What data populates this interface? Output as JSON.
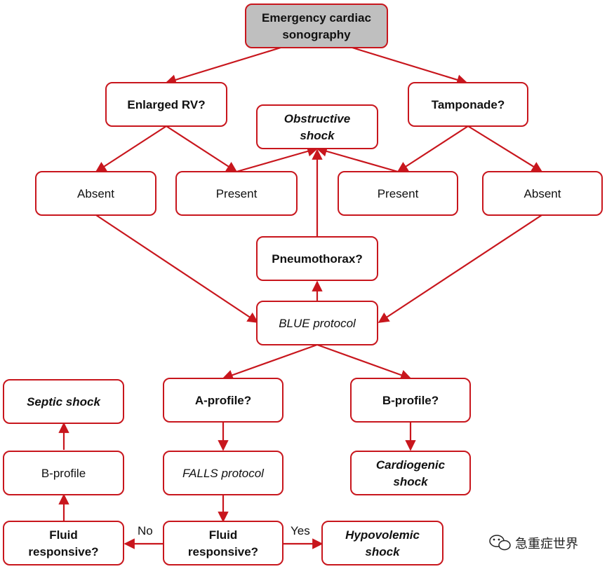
{
  "nodes": {
    "root": {
      "lines": [
        "Emergency cardiac",
        "sonography"
      ]
    },
    "enlarged_rv": {
      "lines": [
        "Enlarged RV?"
      ]
    },
    "tamponade": {
      "lines": [
        "Tamponade?"
      ]
    },
    "obstructive_shock": {
      "lines": [
        "Obstructive",
        "shock"
      ]
    },
    "rv_absent": {
      "lines": [
        "Absent"
      ]
    },
    "rv_present": {
      "lines": [
        "Present"
      ]
    },
    "tamp_present": {
      "lines": [
        "Present"
      ]
    },
    "tamp_absent": {
      "lines": [
        "Absent"
      ]
    },
    "pneumothorax": {
      "lines": [
        "Pneumothorax?"
      ]
    },
    "blue_protocol": {
      "lines": [
        "BLUE protocol"
      ]
    },
    "septic_shock": {
      "lines": [
        "Septic shock"
      ]
    },
    "a_profile": {
      "lines": [
        "A-profile?"
      ]
    },
    "b_profile_q": {
      "lines": [
        "B-profile?"
      ]
    },
    "b_profile": {
      "lines": [
        "B-profile"
      ]
    },
    "falls_protocol": {
      "lines": [
        "FALLS protocol"
      ]
    },
    "cardiogenic_shock": {
      "lines": [
        "Cardiogenic",
        "shock"
      ]
    },
    "fluid_left": {
      "lines": [
        "Fluid",
        "responsive?"
      ]
    },
    "fluid_center": {
      "lines": [
        "Fluid",
        "responsive?"
      ]
    },
    "hypovolemic_shock": {
      "lines": [
        "Hypovolemic",
        "shock"
      ]
    }
  },
  "edge_labels": {
    "no": "No",
    "yes": "Yes"
  },
  "watermark": {
    "text": "急重症世界",
    "icon": "wechat-icon"
  },
  "colors": {
    "stroke": "#c8161d",
    "root_fill": "#bfbfbf"
  }
}
